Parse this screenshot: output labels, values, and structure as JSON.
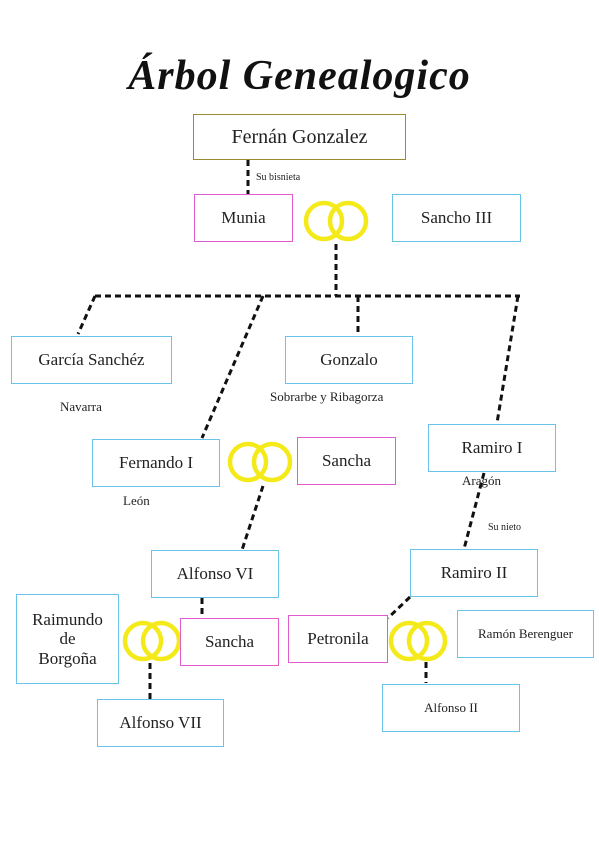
{
  "title": "Árbol Genealogico",
  "nodes": {
    "fernan": "Fernán Gonzalez",
    "munia": "Munia",
    "sancho3": "Sancho III",
    "garcia": "García Sanchéz",
    "gonzalo": "Gonzalo",
    "fernando": "Fernando I",
    "sancha1": "Sancha",
    "ramiro1": "Ramiro I",
    "alfonso6": "Alfonso VI",
    "ramiro2": "Ramiro II",
    "raimundo_1": "Raimundo",
    "raimundo_2": "de",
    "raimundo_3": "Borgoña",
    "sancha2": "Sancha",
    "petronila": "Petronila",
    "ramon": "Ramón Berenguer",
    "alfonso7": "Alfonso VII",
    "alfonso2": "Alfonso II"
  },
  "notes": {
    "bisnieta": "Su bisnieta",
    "navarra": "Navarra",
    "sobrarbe": "Sobrarbe y Ribagorza",
    "leon": "León",
    "aragon": "Aragón",
    "nieto": "Su nieto"
  },
  "colors": {
    "blue_border": "#69c3ea",
    "pink_border": "#e35bd1",
    "olive_border": "#9b8a2f",
    "ring": "#f4ea1a",
    "line": "#111111"
  }
}
